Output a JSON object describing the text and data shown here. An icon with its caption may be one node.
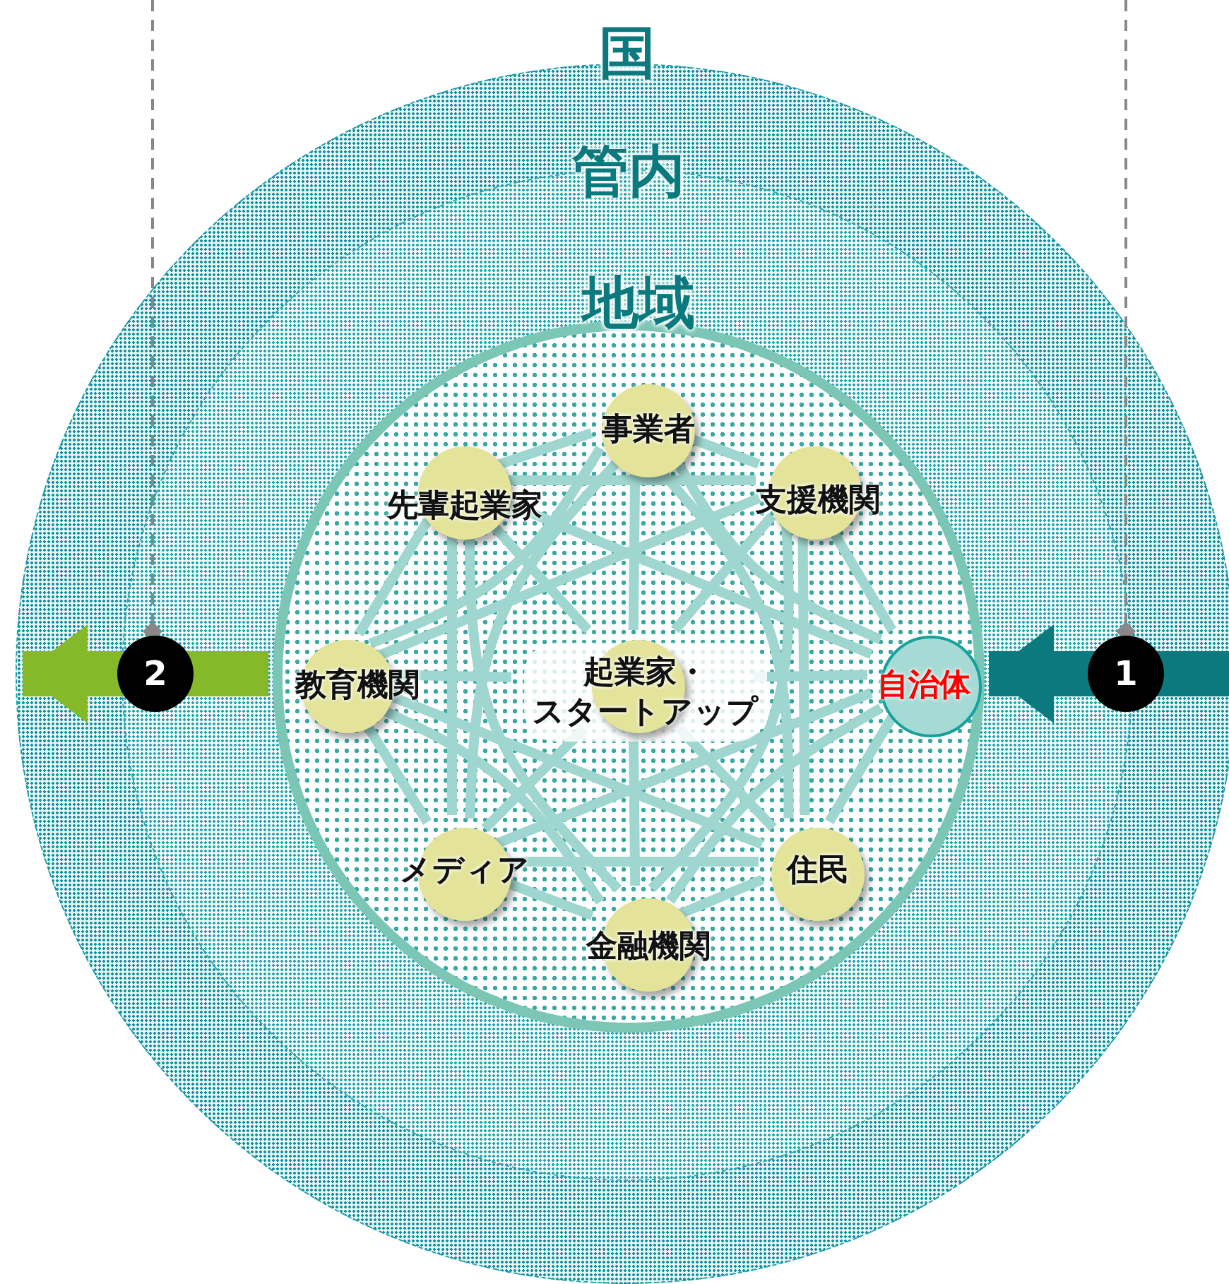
{
  "diagram": {
    "nodes": [
      {
        "text": [
          "国"
        ]
      },
      {
        "text": [
          "管内"
        ],
        "in": 0
      },
      {
        "text": [
          "地域"
        ],
        "in": 1
      },
      {
        "text": [
          "事業者"
        ],
        "in": 2
      },
      {
        "text": [
          "先輩起業家"
        ],
        "in": 2
      },
      {
        "text": [
          "支援機関"
        ],
        "in": 2
      },
      {
        "text": [
          "教育機関"
        ],
        "in": 2
      },
      {
        "text": [
          "起業家・スタートアップ"
        ],
        "in": 2
      },
      {
        "text": [
          "自治体"
        ],
        "in": 2
      },
      {
        "text": [
          "メディア"
        ],
        "in": 2
      },
      {
        "text": [
          "住民"
        ],
        "in": 2
      },
      {
        "text": [
          "金融機関"
        ],
        "in": 2
      }
    ],
    "edges": [
      {
        "from": 7,
        "to": 3,
        "arrow": "none"
      },
      {
        "from": 7,
        "to": 4,
        "arrow": "none"
      },
      {
        "from": 7,
        "to": 5,
        "arrow": "none"
      },
      {
        "from": 7,
        "to": 6,
        "arrow": "none"
      },
      {
        "from": 7,
        "to": 8,
        "arrow": "none"
      },
      {
        "from": 7,
        "to": 9,
        "arrow": "none"
      },
      {
        "from": 7,
        "to": 10,
        "arrow": "none"
      },
      {
        "from": 7,
        "to": 11,
        "arrow": "none"
      },
      {
        "from": 3,
        "to": 4,
        "arrow": "none"
      },
      {
        "from": 3,
        "to": 5,
        "arrow": "none"
      },
      {
        "from": 3,
        "to": 6,
        "arrow": "none"
      },
      {
        "from": 3,
        "to": 8,
        "arrow": "none"
      },
      {
        "from": 3,
        "to": 9,
        "arrow": "none"
      },
      {
        "from": 3,
        "to": 10,
        "arrow": "none"
      },
      {
        "from": 4,
        "to": 5,
        "arrow": "none"
      },
      {
        "from": 4,
        "to": 6,
        "arrow": "none"
      },
      {
        "from": 4,
        "to": 8,
        "arrow": "none"
      },
      {
        "from": 4,
        "to": 9,
        "arrow": "none"
      },
      {
        "from": 4,
        "to": 11,
        "arrow": "none"
      },
      {
        "from": 5,
        "to": 6,
        "arrow": "none"
      },
      {
        "from": 5,
        "to": 8,
        "arrow": "none"
      },
      {
        "from": 5,
        "to": 10,
        "arrow": "none"
      },
      {
        "from": 5,
        "to": 11,
        "arrow": "none"
      },
      {
        "from": 6,
        "to": 9,
        "arrow": "none"
      },
      {
        "from": 6,
        "to": 10,
        "arrow": "none"
      },
      {
        "from": 6,
        "to": 11,
        "arrow": "none"
      },
      {
        "from": 8,
        "to": 9,
        "arrow": "none"
      },
      {
        "from": 8,
        "to": 10,
        "arrow": "none"
      },
      {
        "from": 8,
        "to": 11,
        "arrow": "none"
      },
      {
        "from": 9,
        "to": 10,
        "arrow": "none"
      },
      {
        "from": 9,
        "to": 11,
        "arrow": "none"
      },
      {
        "from": 10,
        "to": 11,
        "arrow": "none"
      },
      {
        "from": 6,
        "to": null,
        "arrow": "to",
        "style": "thick",
        "color": "#86b92a"
      },
      {
        "from": null,
        "to": 8,
        "arrow": "to",
        "style": "thick",
        "color": "#0b7a7f"
      }
    ],
    "labels": [
      "2",
      "1"
    ]
  }
}
